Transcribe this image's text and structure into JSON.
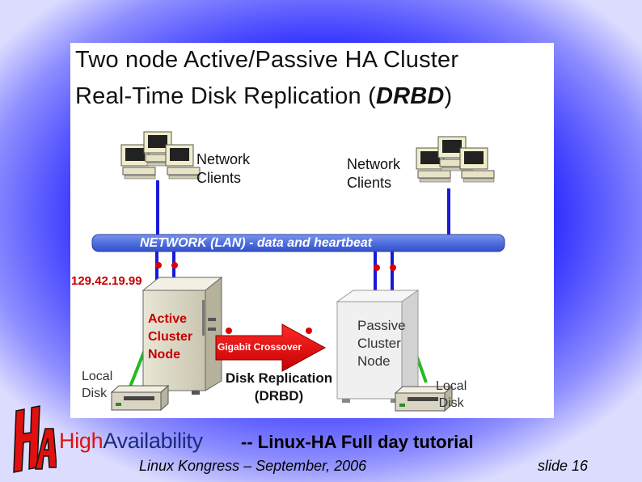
{
  "title": {
    "line1": "Two node Active/Passive HA Cluster",
    "line2_prefix": "Real-Time Disk Replication (",
    "line2_bold": "DRBD",
    "line2_suffix": ")"
  },
  "clients_left": {
    "label": "Network\nClients"
  },
  "clients_right": {
    "label": "Network\nClients"
  },
  "network_bar": {
    "label": "NETWORK  (LAN) - data and heartbeat"
  },
  "ip_address": "129.42.19.99",
  "active_node": {
    "label": "Active\nCluster\nNode"
  },
  "passive_node": {
    "label": "Passive\nCluster\nNode"
  },
  "crossover": {
    "label": "Gigabit Crossover"
  },
  "replication": {
    "label": "Disk Replication\n(DRBD)"
  },
  "local_disk_left": {
    "label": "Local\nDisk"
  },
  "local_disk_right": {
    "label": "Local\nDisk"
  },
  "footer": {
    "logo_ha": "HA",
    "logo_high": "High",
    "logo_availability": "Availability",
    "tutorial_title": "-- Linux-HA Full day tutorial",
    "conference": "Linux Kongress – September, 2006",
    "slide_number": "slide 16"
  },
  "colors": {
    "background_blue": "#0000ff",
    "network_bar": "#4f6fe0",
    "cable_blue": "#1a1ad6",
    "cable_green": "#22bb22",
    "heartbeat_red": "#dd0000",
    "arrow_red": "#e00000",
    "label_red": "#c40000",
    "logo_red": "#e01010",
    "logo_navy": "#1a2a7a"
  }
}
